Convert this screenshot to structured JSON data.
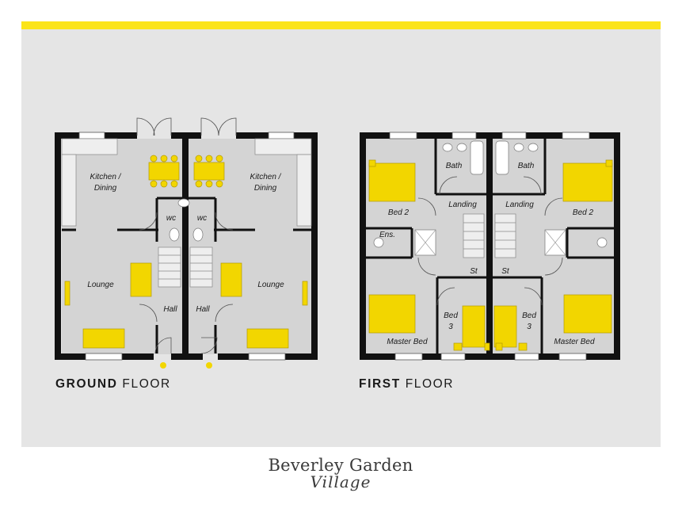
{
  "colors": {
    "accent": "#fbe41a",
    "background": "#e5e5e5",
    "wall": "#111111",
    "furniture": "#f2d600"
  },
  "captions": {
    "ground_bold": "GROUND",
    "ground_light": "FLOOR",
    "first_bold": "FIRST",
    "first_light": "FLOOR"
  },
  "brand": {
    "name": "Beverley Garden",
    "sub": "Village"
  },
  "ground_floor": {
    "left": {
      "kitchen_line1": "Kitchen /",
      "kitchen_line2": "Dining",
      "wc": "wc",
      "lounge": "Lounge",
      "hall": "Hall"
    },
    "right": {
      "kitchen_line1": "Kitchen /",
      "kitchen_line2": "Dining",
      "wc": "wc",
      "lounge": "Lounge",
      "hall": "Hall"
    }
  },
  "first_floor": {
    "left": {
      "bath": "Bath",
      "bed2": "Bed 2",
      "landing": "Landing",
      "ens": "Ens.",
      "st": "St",
      "master": "Master Bed",
      "bed3_line1": "Bed",
      "bed3_line2": "3"
    },
    "right": {
      "bath": "Bath",
      "bed2": "Bed 2",
      "landing": "Landing",
      "st": "St",
      "master": "Master Bed",
      "bed3_line1": "Bed",
      "bed3_line2": "3"
    }
  }
}
